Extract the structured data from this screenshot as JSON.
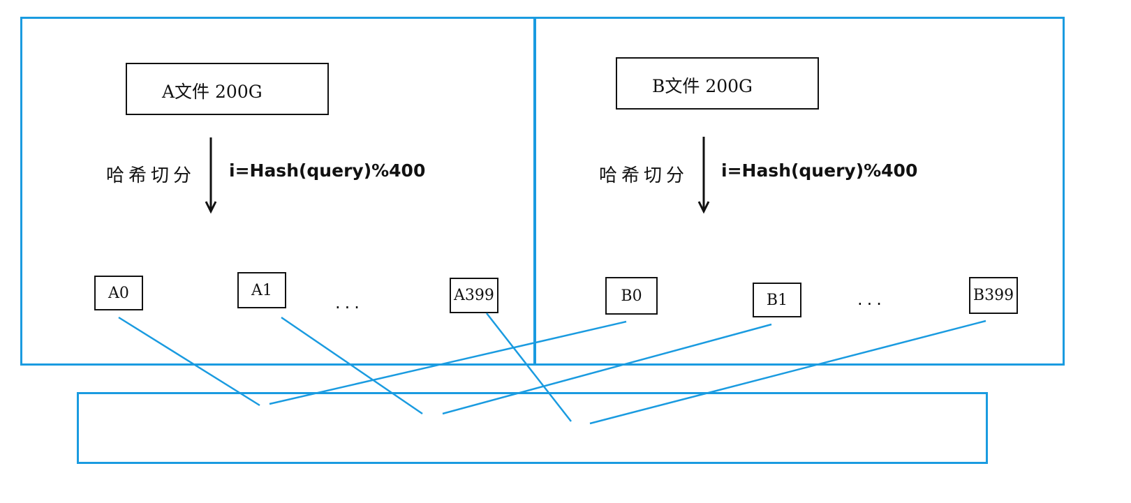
{
  "panel_a": {
    "file_label": "A文件 200G",
    "split_label": "哈希切分",
    "formula": "i=Hash(query)%400",
    "buckets": [
      "A0",
      "A1",
      "A399"
    ],
    "ellipsis": "..."
  },
  "panel_b": {
    "file_label": "B文件 200G",
    "split_label": "哈希切分",
    "formula": "i=Hash(query)%400",
    "buckets": [
      "B0",
      "B1",
      "B399"
    ],
    "ellipsis": "..."
  },
  "colors": {
    "frame": "#1a9be0",
    "connector": "#1a9be0",
    "box_border": "#111111"
  }
}
